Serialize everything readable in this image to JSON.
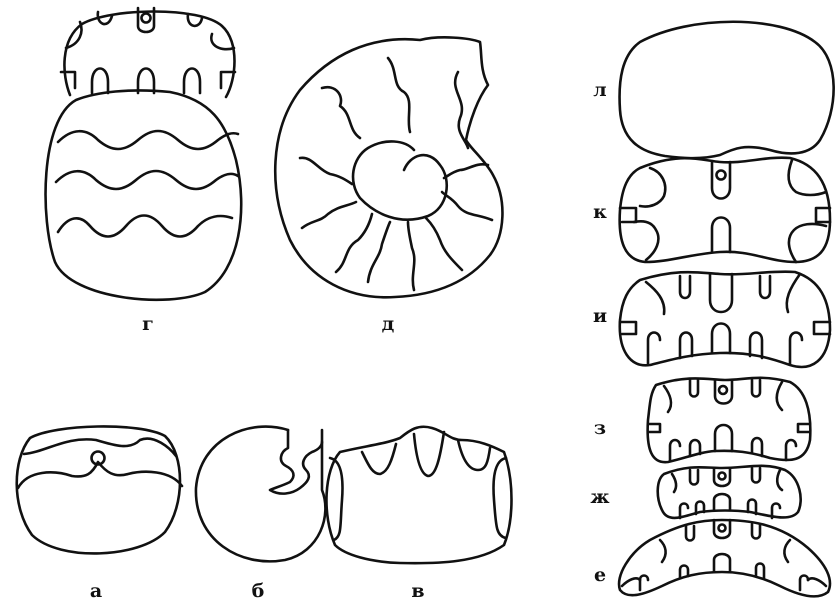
{
  "figure": {
    "labels": {
      "a": "а",
      "b": "б",
      "v": "в",
      "g": "г",
      "d": "д",
      "e": "е",
      "zh": "ж",
      "z": "з",
      "i": "и",
      "k": "к",
      "l": "л"
    }
  }
}
